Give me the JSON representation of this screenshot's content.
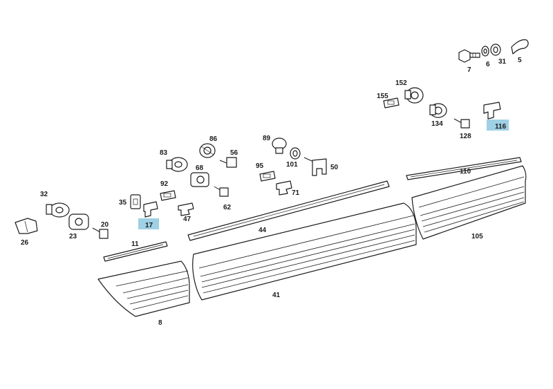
{
  "diagram": {
    "highlight_color": "#9fd0e4",
    "callouts": {
      "p7": "7",
      "p6": "6",
      "p31": "31",
      "p5": "5",
      "p152": "152",
      "p155": "155",
      "p134": "134",
      "p128": "128",
      "p116": "116",
      "p110": "110",
      "p105": "105",
      "p86": "86",
      "p83": "83",
      "p56": "56",
      "p89": "89",
      "p101": "101",
      "p50": "50",
      "p95": "95",
      "p71": "71",
      "p68": "68",
      "p92": "92",
      "p62": "62",
      "p35": "35",
      "p17": "17",
      "p47": "47",
      "p44": "44",
      "p32": "32",
      "p23": "23",
      "p20": "20",
      "p26": "26",
      "p11": "11",
      "p41": "41",
      "p8": "8"
    },
    "highlighted": [
      "116",
      "17"
    ]
  }
}
